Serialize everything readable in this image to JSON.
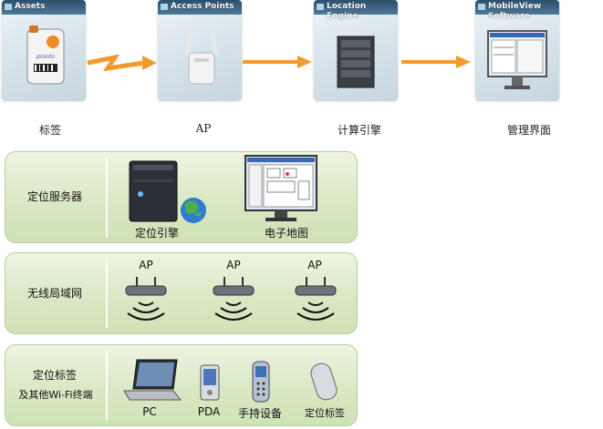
{
  "top_flow": [
    {
      "title": "Assets",
      "caption": "标签"
    },
    {
      "title": "Access Points",
      "caption": "AP"
    },
    {
      "title": "Location\nEngine",
      "caption": "计算引擎"
    },
    {
      "title": "MobileView\nSoftware",
      "caption": "管理界面"
    }
  ],
  "tag_brand": "pronto",
  "panels": {
    "server": {
      "label": "定位服务器",
      "items": [
        "定位引擎",
        "电子地图"
      ]
    },
    "wlan": {
      "label": "无线局域网",
      "ap_labels": [
        "AP",
        "AP",
        "AP"
      ]
    },
    "terminals": {
      "label_line1": "定位标签",
      "label_line2": "及其他Wi-Fi终端",
      "items": [
        "PC",
        "PDA",
        "手持设备",
        "定位标签"
      ]
    }
  },
  "colors": {
    "arrow": "#f29a2e",
    "panel_green": "#d7e7c1"
  }
}
